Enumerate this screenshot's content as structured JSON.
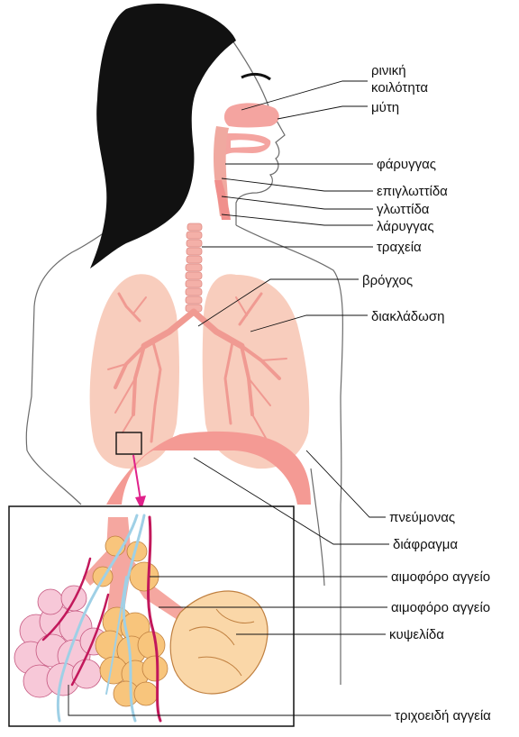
{
  "labels": {
    "nasal_cavity_line1": "ρινική",
    "nasal_cavity_line2": "κοιλότητα",
    "nose": "μύτη",
    "pharynx": "φάρυγγας",
    "epiglottis": "επιγλωττίδα",
    "glottis": "γλωττίδα",
    "larynx": "λάρυγγας",
    "trachea": "τραχεία",
    "bronchus": "βρόγχος",
    "branching": "διακλάδωση",
    "lung": "πνεύμονας",
    "diaphragm": "διάφραγμα",
    "blood_vessel_1": "αιμοφόρο αγγείο",
    "blood_vessel_2": "αιμοφόρο αγγείο",
    "alveolus": "κυψελίδα",
    "capillaries": "τριχοειδή αγγεία"
  },
  "colors": {
    "tissue": "#f5c4b3",
    "airway": "#ef8f8f",
    "bronchi": "#f0a49a",
    "hair": "#111111",
    "alveoli_orange": "#f8c57c",
    "alveoli_pink": "#f7c8d8",
    "vessel_blue": "#9fd0e6",
    "vessel_magenta": "#c2185b",
    "pointer": "#e0218a"
  }
}
